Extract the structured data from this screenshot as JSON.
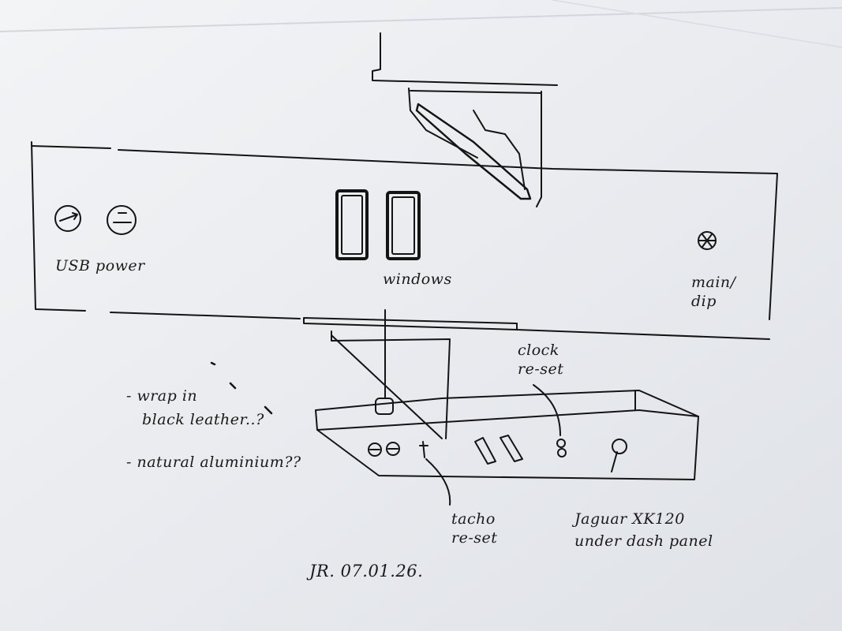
{
  "sketch": {
    "usb_label": "USB power",
    "windows_label": "windows",
    "main_label_line1": "main/",
    "main_label_line2": "dip",
    "clock_label_line1": "clock",
    "clock_label_line2": "re-set",
    "tacho_label_line1": "tacho",
    "tacho_label_line2": "re-set",
    "note_leather_line1": "- wrap in",
    "note_leather_line2": "black leather..?",
    "note_aluminium": "- natural aluminium??",
    "panel_caption_line1": "Jaguar XK120",
    "panel_caption_line2": "under dash panel",
    "signature": "JR. 07.01.26."
  },
  "colors": {
    "paper": "#eef0f3",
    "ink": "#141414",
    "shadow": "#c9ced6"
  }
}
